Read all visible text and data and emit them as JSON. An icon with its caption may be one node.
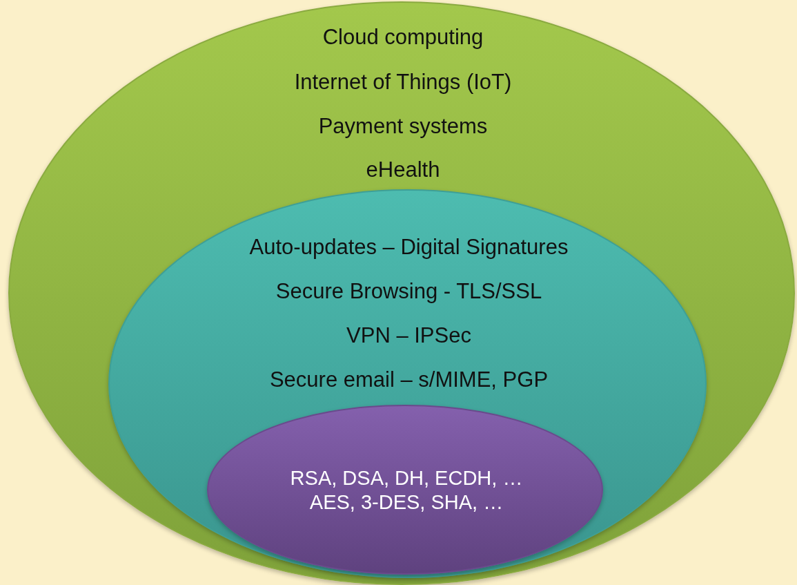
{
  "diagram": {
    "nodes": [
      {
        "text": [
          "Cloud computing",
          "Internet of Things (IoT)",
          "Payment systems",
          "eHealth"
        ]
      },
      {
        "text": [
          "Auto-updates – Digital Signatures",
          "Secure Browsing - TLS/SSL",
          "VPN – IPSec",
          "Secure email – s/MIME, PGP"
        ],
        "in": 0
      },
      {
        "text": [
          "RSA, DSA, DH, ECDH, …",
          "AES, 3-DES, SHA, …"
        ],
        "in": 1
      }
    ]
  }
}
